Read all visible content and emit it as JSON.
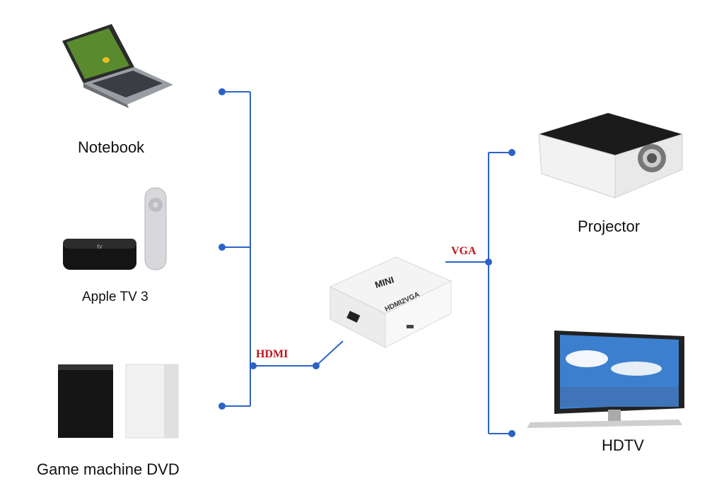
{
  "devices": {
    "notebook": "Notebook",
    "apple_tv": "Apple TV 3",
    "game_machine": "Game machine DVD",
    "projector": "Projector",
    "hdtv": "HDTV"
  },
  "adapter": {
    "brand": "MINI",
    "model": "HDMI2VGA"
  },
  "connections": {
    "input_label": "HDMI",
    "output_label": "VGA"
  },
  "colors": {
    "line": "#2a62c9",
    "label_red": "#c0141c"
  }
}
